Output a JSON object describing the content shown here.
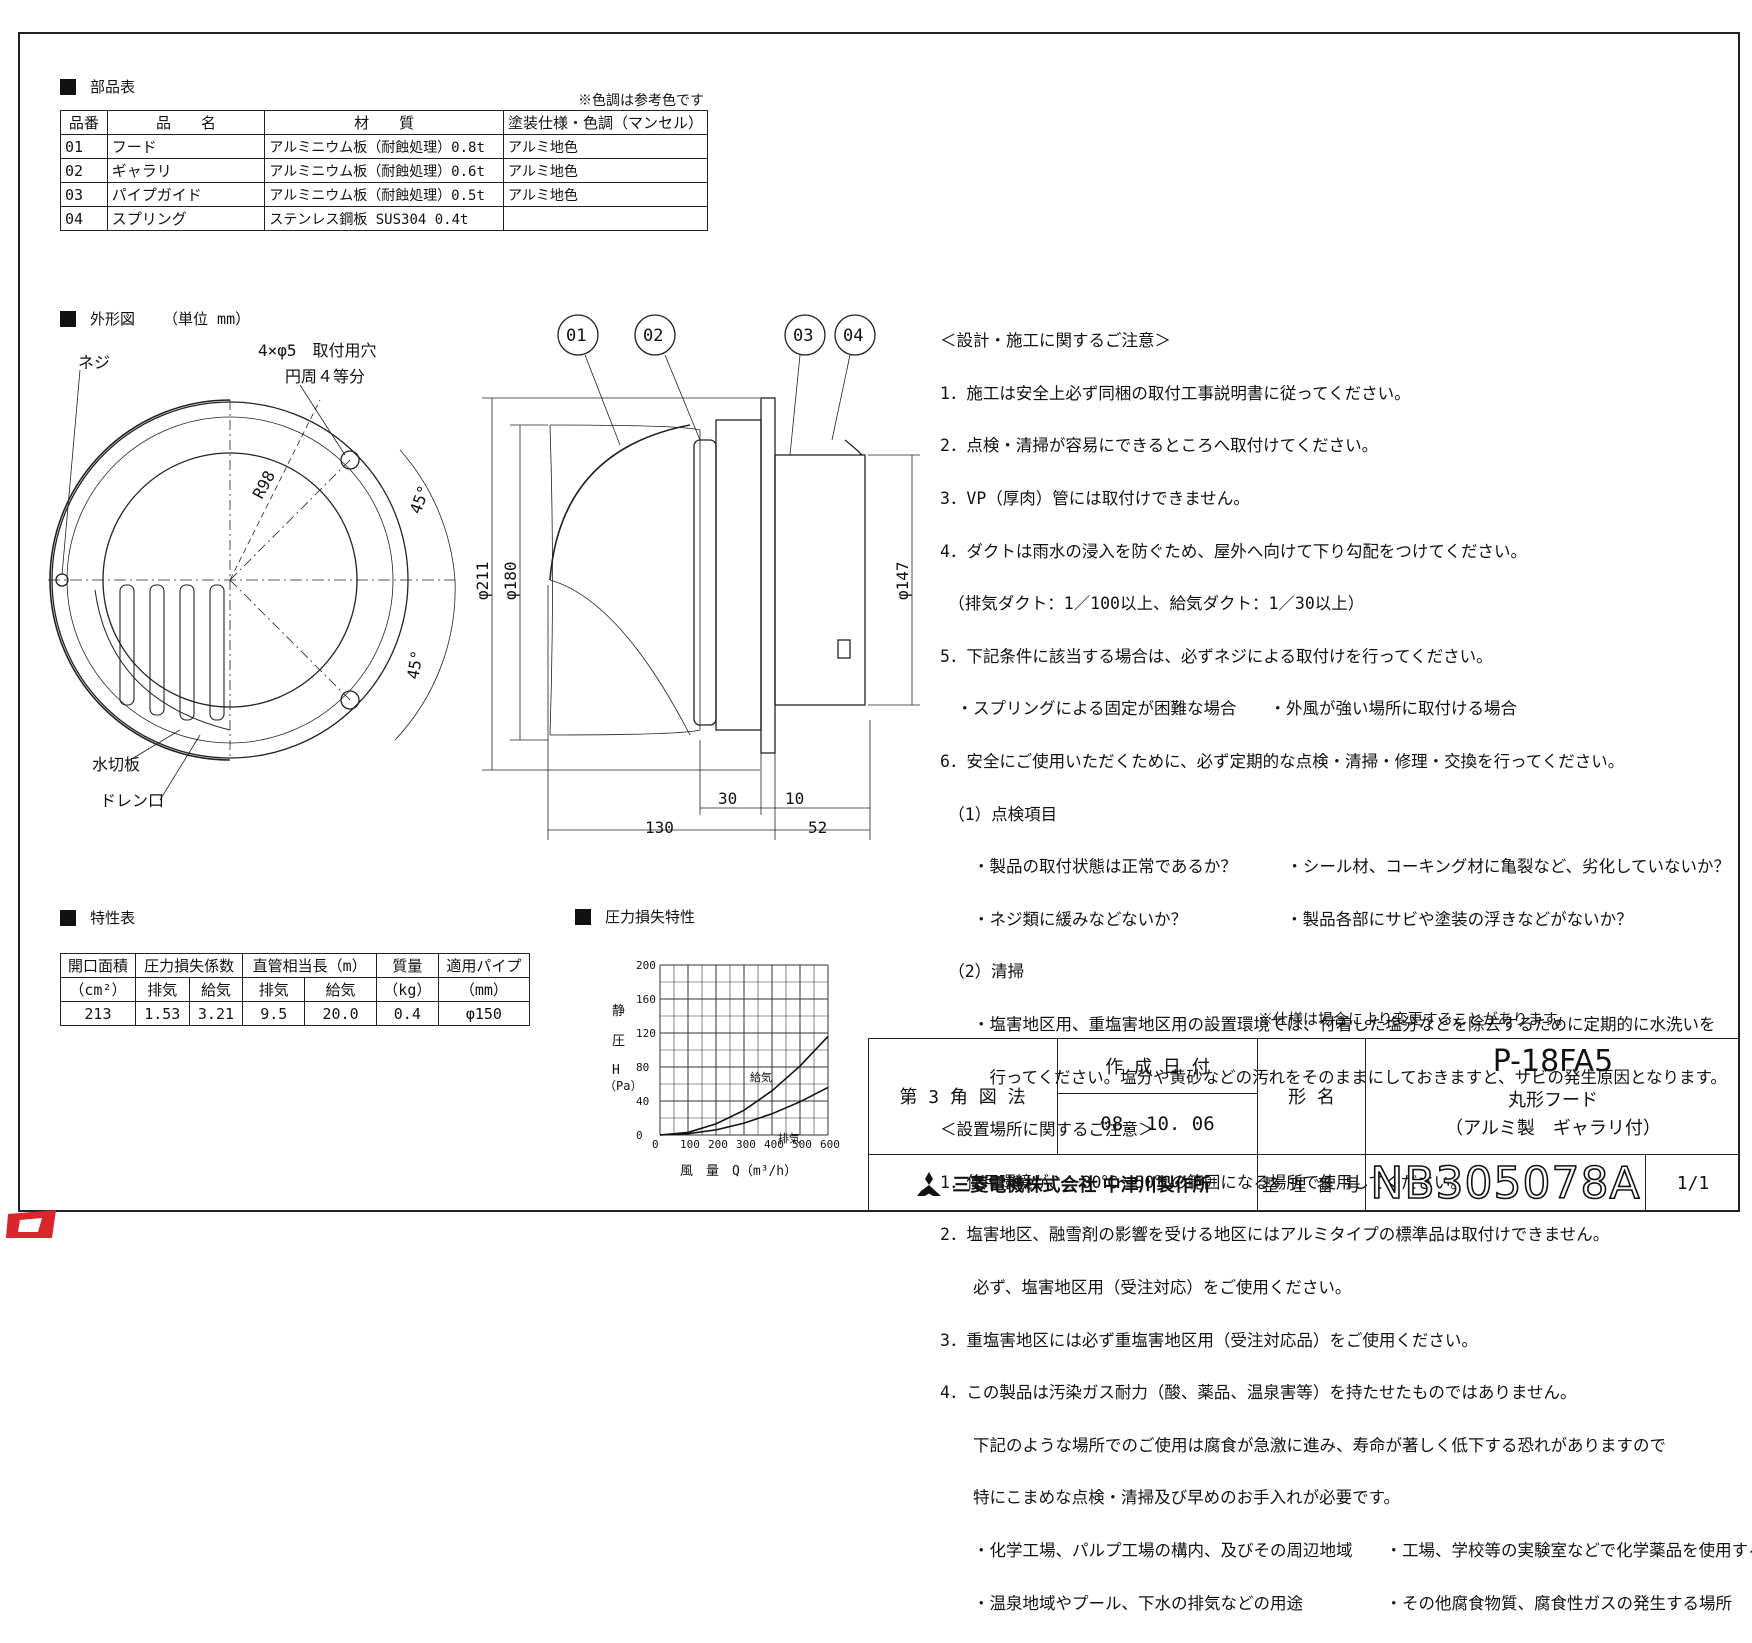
{
  "parts_section": {
    "title": "部品表",
    "color_note": "※色調は参考色です",
    "headers": [
      "品番",
      "品　　名",
      "材　　質",
      "塗装仕様・色調（マンセル）"
    ],
    "rows": [
      [
        "01",
        "フード",
        "アルミニウム板（耐蝕処理）0.8t",
        "アルミ地色"
      ],
      [
        "02",
        "ギャラリ",
        "アルミニウム板（耐蝕処理）0.6t",
        "アルミ地色"
      ],
      [
        "03",
        "パイプガイド",
        "アルミニウム板（耐蝕処理）0.5t",
        "アルミ地色"
      ],
      [
        "04",
        "スプリング",
        "ステンレス鋼板 SUS304 0.4t",
        ""
      ]
    ]
  },
  "outline_section": {
    "title": "外形図",
    "unit": "（単位 mm）",
    "labels": {
      "screw": "ネジ",
      "holes": "4×φ5　取付用穴",
      "holes_sub": "円周４等分",
      "radius": "R98",
      "angle_top": "45°",
      "angle_bottom": "45°",
      "water_plate": "水切板",
      "drain": "ドレン口",
      "d211": "φ211",
      "d180": "φ180",
      "d147": "φ147",
      "dim_130": "130",
      "dim_30": "30",
      "dim_10": "10",
      "dim_52": "52"
    },
    "balloons": [
      "01",
      "02",
      "03",
      "04"
    ]
  },
  "notes": {
    "design_header": "＜設計・施工に関するご注意＞",
    "design_items": [
      "1．施工は安全上必ず同梱の取付工事説明書に従ってください。",
      "2．点検・清掃が容易にできるところへ取付けてください。",
      "3．VP（厚肉）管には取付けできません。",
      "4．ダクトは雨水の浸入を防ぐため、屋外へ向けて下り勾配をつけてください。",
      "　（排気ダクト：1／100以上、給気ダクト：1／30以上）",
      "5．下記条件に該当する場合は、必ずネジによる取付けを行ってください。",
      "　・スプリングによる固定が困難な場合　　・外風が強い場所に取付ける場合",
      "6．安全にご使用いただくために、必ず定期的な点検・清掃・修理・交換を行ってください。",
      "　（1）点検項目",
      "　　・製品の取付状態は正常であるか？　　　・シール材、コーキング材に亀裂など、劣化していないか？",
      "　　・ネジ類に緩みなどないか？　　　　　　・製品各部にサビや塗装の浮きなどがないか？",
      "　（2）清掃",
      "　　・塩害地区用、重塩害地区用の設置環境では、付着した塩分などを除去するために定期的に水洗いを",
      "　　　行ってください。塩分や黄砂などの汚れをそのままにしておきますと、サビの発生原因となります。"
    ],
    "place_header": "＜設置場所に関するご注意＞",
    "place_items": [
      "1．使用環境が、－30℃～50℃の範囲になる場所で使用してください。",
      "2．塩害地区、融雪剤の影響を受ける地区にはアルミタイプの標準品は取付けできません。",
      "　　必ず、塩害地区用（受注対応）をご使用ください。",
      "3．重塩害地区には必ず重塩害地区用（受注対応品）をご使用ください。",
      "4．この製品は汚染ガス耐力（酸、薬品、温泉害等）を持たせたものではありません。",
      "　　下記のような場所でのご使用は腐食が急激に進み、寿命が著しく低下する恐れがありますので",
      "　　特にこまめな点検・清掃及び早めのお手入れが必要です。",
      "　　・化学工場、パルプ工場の構内、及びその周辺地域　　・工場、学校等の実験室などで化学薬品を使用する場所",
      "　　・温泉地域やプール、下水の排気などの用途　　　　　・その他腐食物質、腐食性ガスの発生する場所"
    ],
    "spec_note": "※仕様は場合により変更することがあります。"
  },
  "characteristics": {
    "title": "特性表",
    "head1": [
      "開口面積",
      "圧力損失係数",
      "直管相当長（m）",
      "質量",
      "適用パイプ"
    ],
    "head2": [
      "（cm²）",
      "排気",
      "給気",
      "排気",
      "給気",
      "（kg）",
      "（mm）"
    ],
    "values": [
      "213",
      "1.53",
      "3.21",
      "9.5",
      "20.0",
      "0.4",
      "φ150"
    ]
  },
  "pressure_chart_title": "圧力損失特性",
  "chart_data": {
    "type": "line",
    "xlabel": "風　量　Q（m³/h）",
    "ylabel_chars": [
      "静",
      "圧",
      "H"
    ],
    "ylabel_unit": "（Pa）",
    "xlim": [
      0,
      600
    ],
    "ylim": [
      0,
      200
    ],
    "xticks": [
      0,
      100,
      200,
      300,
      400,
      500,
      600
    ],
    "yticks": [
      0,
      40,
      80,
      120,
      160,
      200
    ],
    "x_tick_labels": [
      "0",
      "100",
      "200",
      "300",
      "400",
      "500",
      "600"
    ],
    "y_tick_labels": [
      "0",
      "40",
      "80",
      "120",
      "160",
      "200"
    ],
    "grid": true,
    "series": [
      {
        "name": "給気",
        "x": [
          0,
          100,
          200,
          300,
          400,
          500,
          600
        ],
        "y": [
          0,
          3,
          13,
          29,
          52,
          81,
          116
        ]
      },
      {
        "name": "排気",
        "x": [
          0,
          100,
          200,
          300,
          400,
          500,
          600
        ],
        "y": [
          0,
          1.5,
          6,
          14,
          25,
          39,
          56
        ]
      }
    ]
  },
  "title_block": {
    "projection": "第 3 角 図 法",
    "date_label": "作 成 日 付",
    "date": "08. 10. 06",
    "name_label": "形 名",
    "model": "P-18FA5",
    "product_name": "丸形フード",
    "product_sub": "（アルミ製　ギャラリ付）",
    "company": "三菱電機株式会社 中津川製作所",
    "number_label": "整 理 番 号",
    "number": "NB305078A",
    "page": "1/1"
  }
}
